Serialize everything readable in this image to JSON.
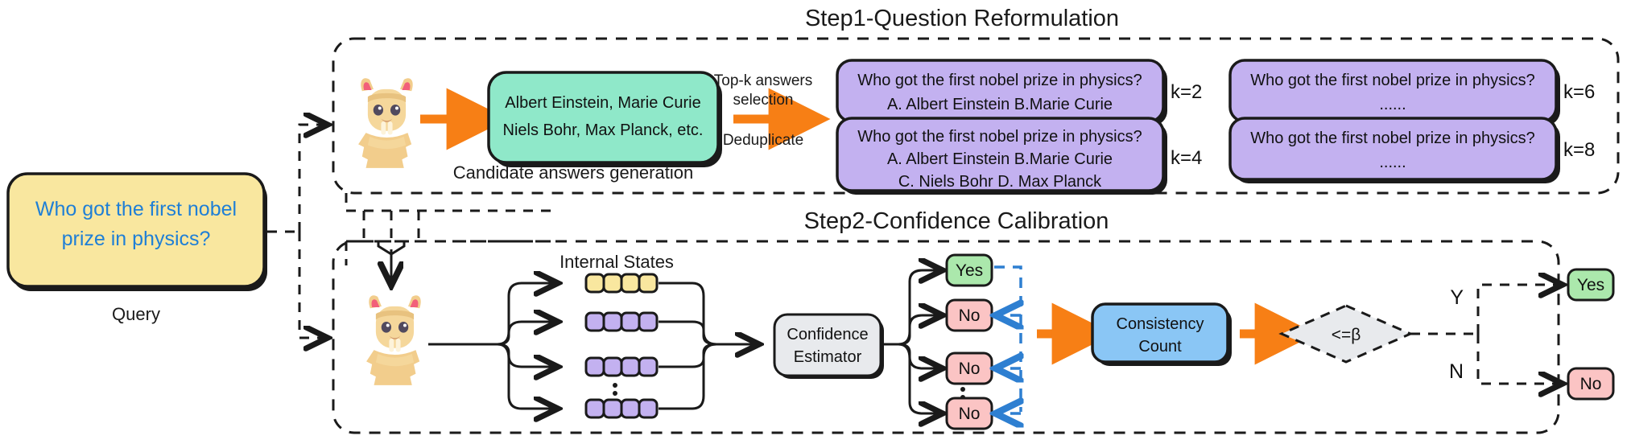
{
  "figure": {
    "title_step1": "Step1-Question Reformulation",
    "title_step2": "Step2-Confidence Calibration"
  },
  "query": {
    "line1": "Who got the first nobel",
    "line2": "prize in physics?",
    "caption": "Query",
    "fill": "#f9e79f",
    "text_color": "#1f7fd6"
  },
  "step1": {
    "model_icon": "llama-icon",
    "candidate_box": {
      "line1": "Albert Einstein, Marie Curie",
      "line2": "Niels Bohr, Max Planck, etc.",
      "fill": "#8fe8c9"
    },
    "caption": "Candidate answers generation",
    "arrow_labels": {
      "top_line1": "Top-k answers",
      "top_line2": "selection",
      "bottom": "Deduplicate"
    },
    "prompts": [
      {
        "id": "k2",
        "lines": [
          "Who got the first nobel prize in physics?",
          "A. Albert Einstein B.Marie Curie"
        ],
        "k_label": "k=2",
        "fill": "#c3b1f0"
      },
      {
        "id": "k6",
        "lines": [
          "Who got the first nobel prize in physics?",
          "......"
        ],
        "k_label": "k=6",
        "fill": "#c3b1f0"
      },
      {
        "id": "k4",
        "lines": [
          "Who got the first nobel prize in physics?",
          "A. Albert Einstein B.Marie Curie",
          "C. Niels Bohr D. Max Planck"
        ],
        "k_label": "k=4",
        "fill": "#c3b1f0"
      },
      {
        "id": "k8",
        "lines": [
          "Who got the first nobel prize in physics?",
          "......"
        ],
        "k_label": "k=8",
        "fill": "#c3b1f0"
      }
    ]
  },
  "step2": {
    "model_icon": "llama-icon",
    "internal_states_label": "Internal States",
    "state_rows": [
      {
        "fill": "#f9e79f",
        "count": 4
      },
      {
        "fill": "#c3b1f0",
        "count": 4
      },
      {
        "fill": "#c3b1f0",
        "count": 4
      },
      {
        "fill": "#c3b1f0",
        "count": 4
      }
    ],
    "estimator": {
      "line1": "Confidence",
      "line2": "Estimator",
      "fill": "#e8eaed"
    },
    "verdicts": [
      {
        "label": "Yes",
        "fill": "#abe8ac"
      },
      {
        "label": "No",
        "fill": "#fbc4c4"
      },
      {
        "label": "No",
        "fill": "#fbc4c4"
      },
      {
        "label": "No",
        "fill": "#fbc4c4"
      }
    ],
    "consistency": {
      "line1": "Consistency",
      "line2": "Count",
      "fill": "#8ac6f5"
    },
    "decision": {
      "label": "<=β",
      "fill": "#e8eaed",
      "branch_yes": "Y",
      "branch_no": "N"
    },
    "outputs": [
      {
        "label": "Yes",
        "fill": "#abe8ac"
      },
      {
        "label": "No",
        "fill": "#fbc4c4"
      }
    ]
  },
  "colors": {
    "orange_arrow": "#f77f15",
    "blue_arrow": "#2e7fd1",
    "stroke": "#1a1a1a"
  }
}
